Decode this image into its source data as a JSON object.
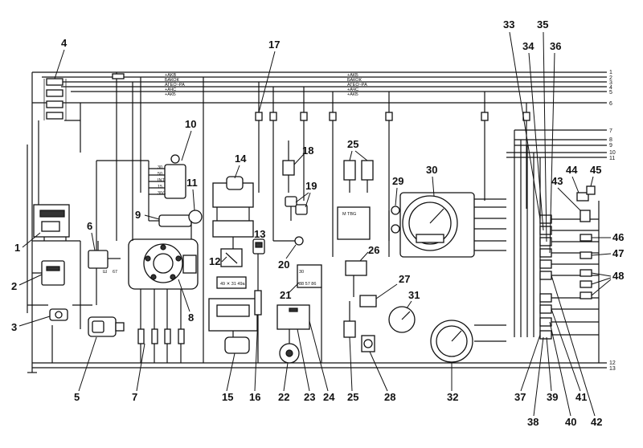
{
  "diagram": {
    "bus_labels_left": [
      "+AKB",
      "БАКОК",
      "АГЕО~РА",
      "+АЧС",
      "+АКБ"
    ],
    "bus_labels_mid": [
      "+АКБ",
      "БАКОК",
      "АГЕО~РА",
      "+АЧС",
      "+АКБ"
    ],
    "wire_numbers": [
      "1",
      "2",
      "3",
      "4",
      "5",
      "6",
      "7",
      "8",
      "9",
      "10",
      "11",
      "12",
      "13"
    ],
    "callouts": [
      "1",
      "2",
      "3",
      "4",
      "5",
      "6",
      "7",
      "8",
      "9",
      "10",
      "11",
      "12",
      "13",
      "14",
      "15",
      "16",
      "17",
      "18",
      "19",
      "20",
      "21",
      "22",
      "23",
      "24",
      "25",
      "25",
      "26",
      "27",
      "28",
      "29",
      "30",
      "31",
      "32",
      "33",
      "34",
      "35",
      "36",
      "37",
      "38",
      "39",
      "40",
      "41",
      "42",
      "43",
      "44",
      "45",
      "46",
      "47",
      "48"
    ]
  }
}
